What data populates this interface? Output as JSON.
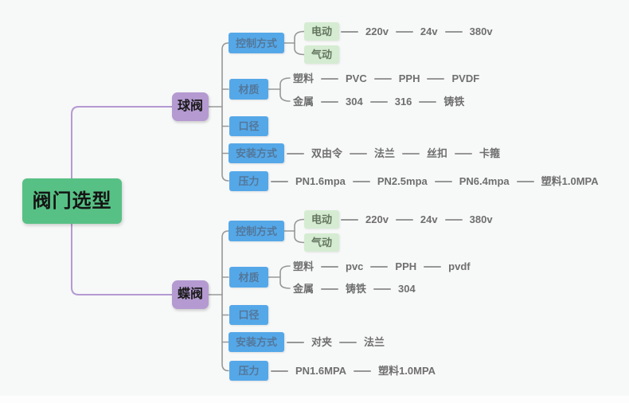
{
  "mindmap": {
    "root": {
      "label": "阀门选型"
    },
    "ball": {
      "label": "球阀",
      "control": {
        "label": "控制方式",
        "electric": "电动",
        "pneumatic": "气动",
        "voltages": [
          "220v",
          "24v",
          "380v"
        ]
      },
      "material": {
        "label": "材质",
        "plastic": {
          "label": "塑料",
          "chain": [
            "PVC",
            "PPH",
            "PVDF"
          ]
        },
        "metal": {
          "label": "金属",
          "chain": [
            "304",
            "316",
            "铸铁"
          ]
        }
      },
      "diameter": {
        "label": "口径"
      },
      "install": {
        "label": "安装方式",
        "chain": [
          "双由令",
          "法兰",
          "丝扣",
          "卡箍"
        ]
      },
      "pressure": {
        "label": "压力",
        "chain": [
          "PN1.6mpa",
          "PN2.5mpa",
          "PN6.4mpa",
          "塑料1.0MPA"
        ]
      }
    },
    "butterfly": {
      "label": "蝶阀",
      "control": {
        "label": "控制方式",
        "electric": "电动",
        "pneumatic": "气动",
        "voltages": [
          "220v",
          "24v",
          "380v"
        ]
      },
      "material": {
        "label": "材质",
        "plastic": {
          "label": "塑料",
          "chain": [
            "pvc",
            "PPH",
            "pvdf"
          ]
        },
        "metal": {
          "label": "金属",
          "chain": [
            "铸铁",
            "304"
          ]
        }
      },
      "diameter": {
        "label": "口径"
      },
      "install": {
        "label": "安装方式",
        "chain": [
          "对夹",
          "法兰"
        ]
      },
      "pressure": {
        "label": "压力",
        "chain": [
          "PN1.6MPA",
          "塑料1.0MPA"
        ]
      }
    },
    "colors": {
      "root_fill": "#57c185",
      "branch_fill": "#b49ad1",
      "category_fill": "#55a8e8",
      "option_fill": "#d5ecd2",
      "connector_gray": "#979797",
      "connector_purple": "#b49ad1",
      "background": "#f7f8f8"
    }
  }
}
